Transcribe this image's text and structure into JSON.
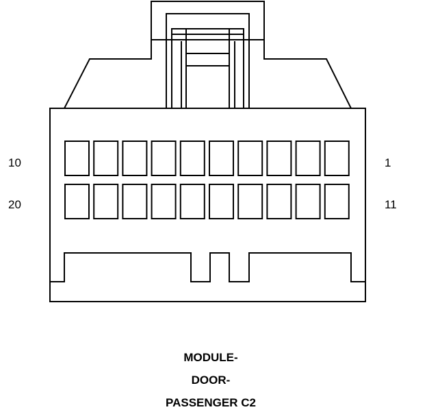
{
  "connector": {
    "pin_labels": {
      "top_left": "10",
      "top_right": "1",
      "bottom_left": "20",
      "bottom_right": "11"
    },
    "pins_per_row": 10,
    "rows": 2
  },
  "caption": {
    "line1": "MODULE-",
    "line2": "DOOR-",
    "line3": "PASSENGER C2"
  },
  "colors": {
    "stroke": "#000000",
    "background": "#ffffff"
  }
}
